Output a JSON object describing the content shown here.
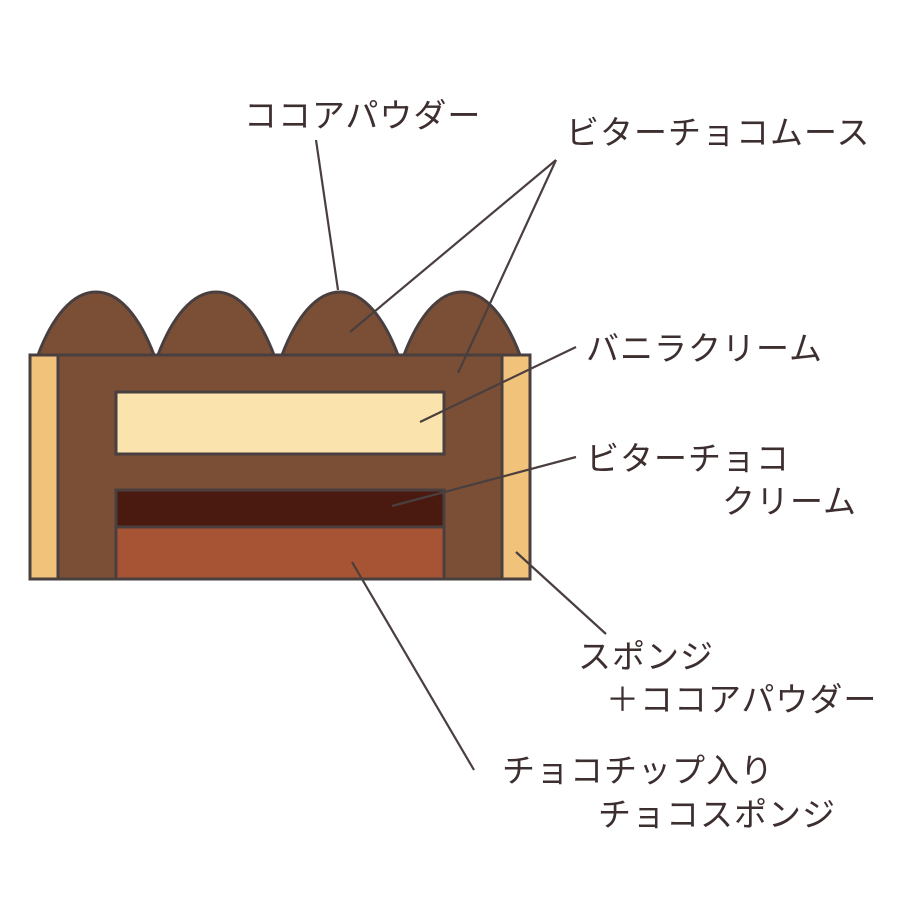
{
  "labels": {
    "cocoa_powder": "ココアパウダー",
    "bitter_choco_mousse": "ビターチョコムース",
    "vanilla_cream": "バニラクリーム",
    "bitter_choco_cream_line1": "ビターチョコ",
    "bitter_choco_cream_line2": "クリーム",
    "sponge_cocoa_line1": "スポンジ",
    "sponge_cocoa_line2": "＋ココアパウダー",
    "choco_sponge_line1": "チョコチップ入り",
    "choco_sponge_line2": "チョコスポンジ"
  },
  "colors": {
    "mousse": "#7b4f36",
    "sponge_side": "#f0c27a",
    "vanilla_cream": "#fbe3ad",
    "bitter_cream": "#4a1a10",
    "choco_sponge": "#a65433",
    "outline": "#4a3f3f",
    "text": "#3d2f2f"
  }
}
